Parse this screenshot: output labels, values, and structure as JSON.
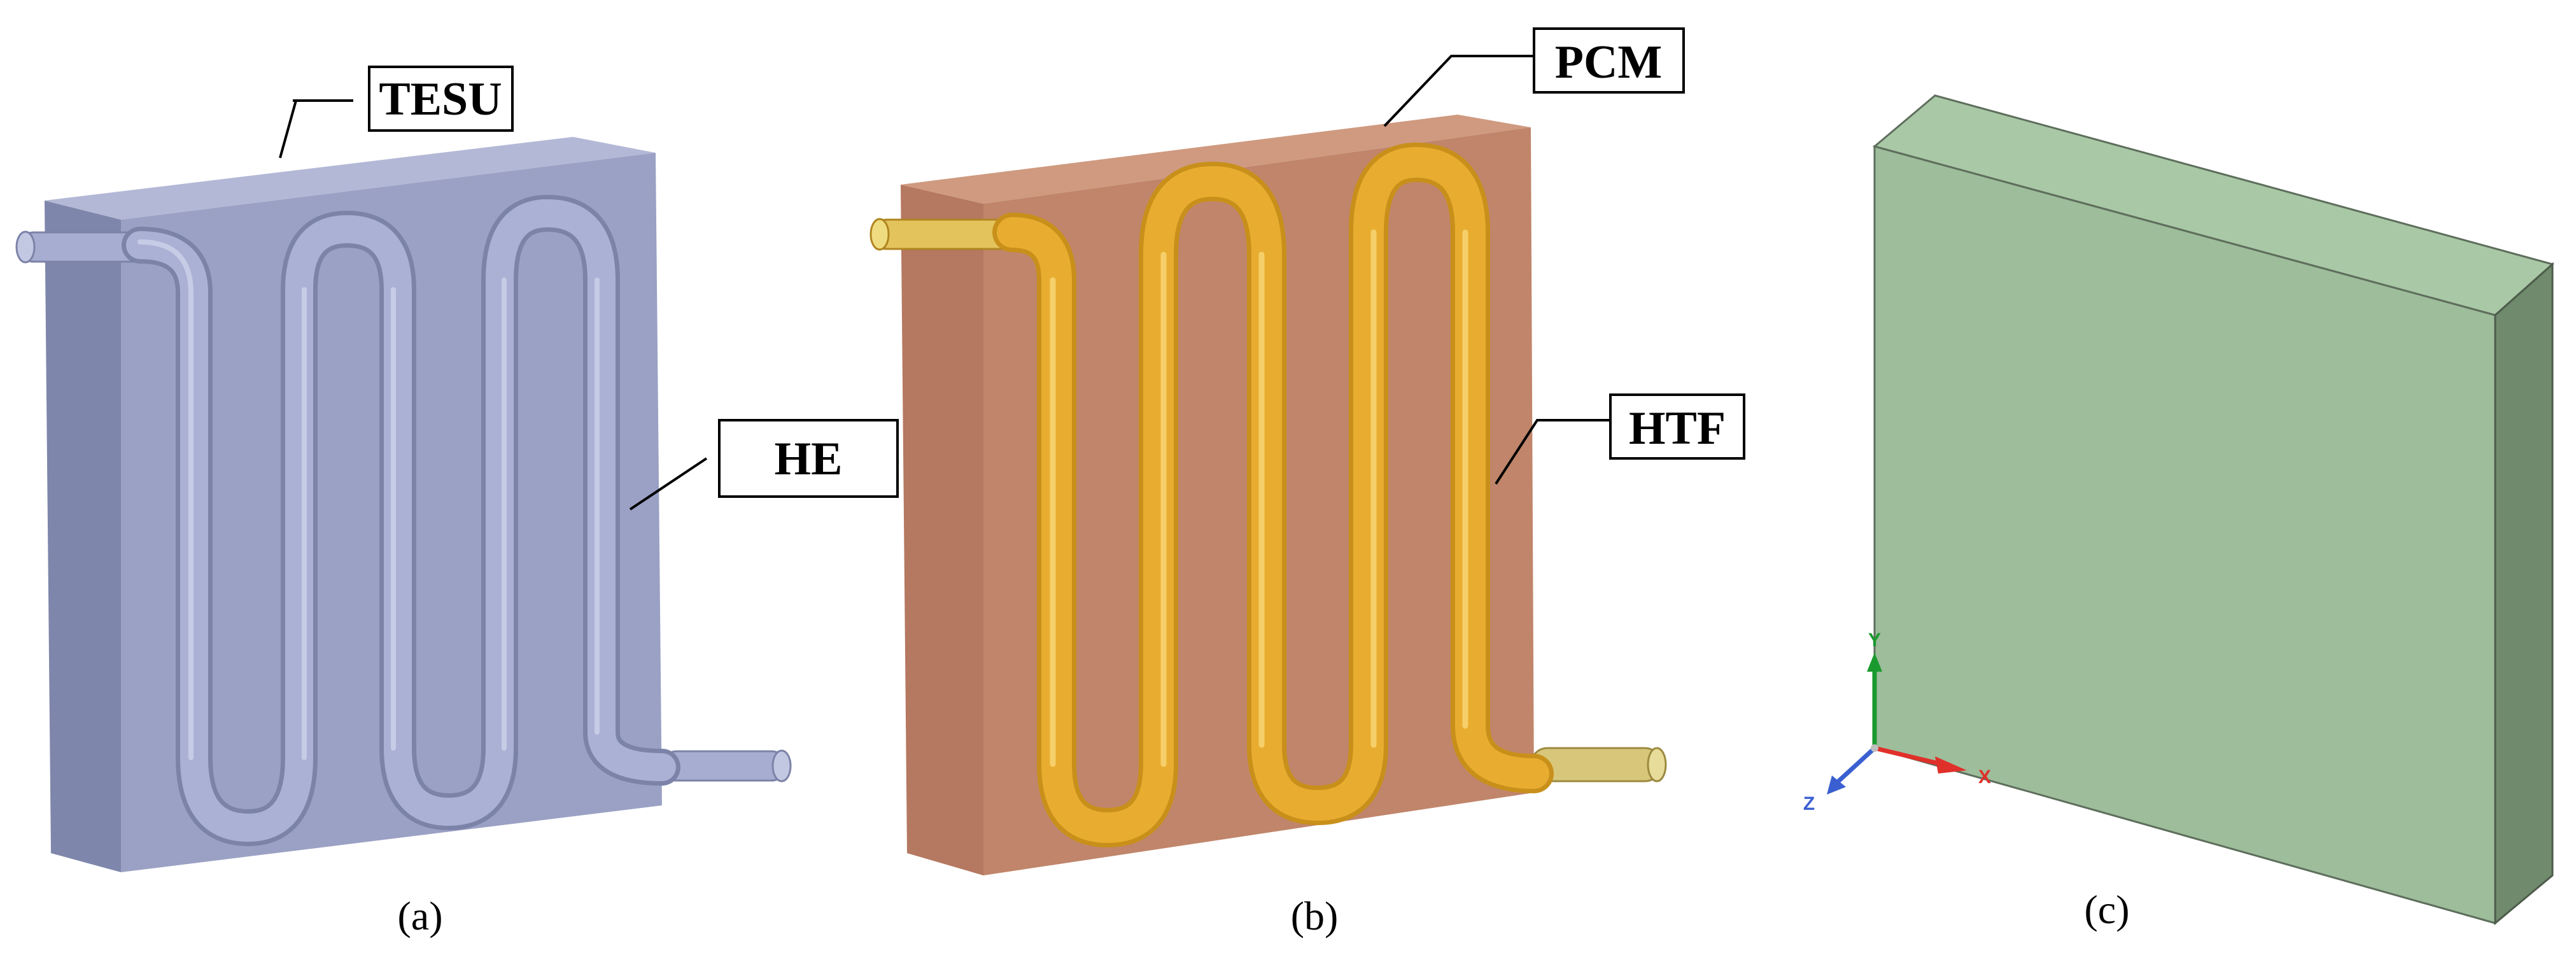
{
  "panels": [
    {
      "caption": "(a)",
      "callouts": [
        {
          "label": "TESU"
        },
        {
          "label": "HE"
        }
      ]
    },
    {
      "caption": "(b)",
      "callouts": [
        {
          "label": "PCM"
        },
        {
          "label": "HTF"
        }
      ]
    },
    {
      "caption": "(c)",
      "callouts": []
    }
  ],
  "axis_triad": {
    "y_label": "Y",
    "x_label": "X",
    "z_label": "Z",
    "colors": {
      "y": "#1a9a2e",
      "x": "#e0302a",
      "z": "#3a5fd0"
    }
  },
  "colors": {
    "panel_a_block": "#9aa1c4",
    "panel_a_tube": "#a6add0",
    "panel_b_block": "#c0856a",
    "panel_b_tube": "#e8ad30",
    "panel_c_block": "#9dbd9b"
  }
}
